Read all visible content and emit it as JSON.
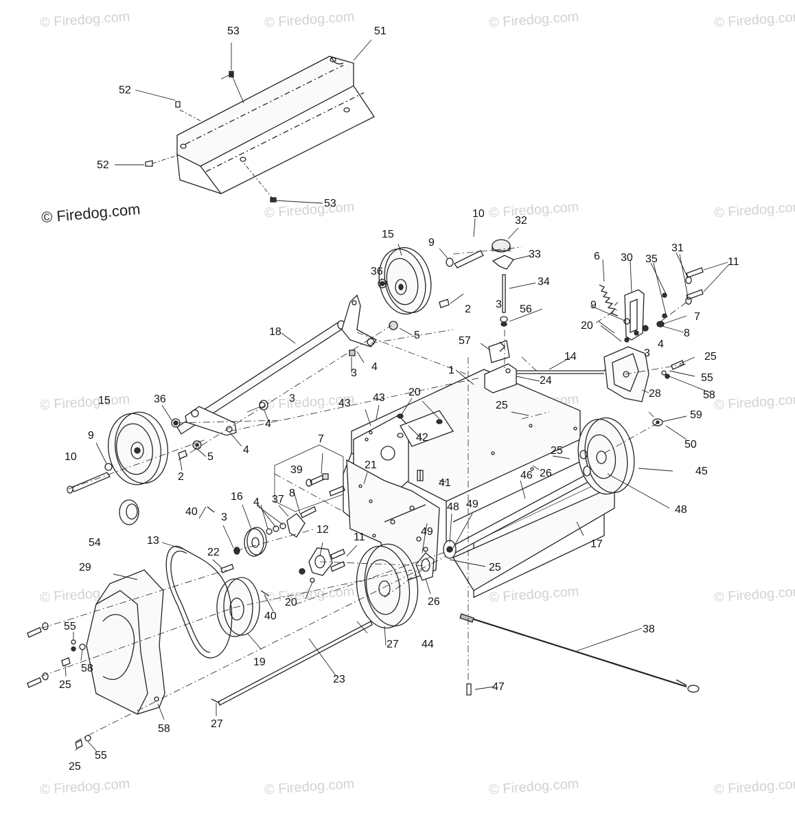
{
  "watermark": "© Firedog.com",
  "callouts": {
    "n1": "1",
    "n2": "2",
    "n3": "3",
    "n4": "4",
    "n5": "5",
    "n6": "6",
    "n7": "7",
    "n8": "8",
    "n9": "9",
    "n10": "10",
    "n11": "11",
    "n12": "12",
    "n13": "13",
    "n14": "14",
    "n15": "15",
    "n16": "16",
    "n17": "17",
    "n18": "18",
    "n19": "19",
    "n20": "20",
    "n21": "21",
    "n22": "22",
    "n23": "23",
    "n24": "24",
    "n25": "25",
    "n26": "26",
    "n27": "27",
    "n28": "28",
    "n29": "29",
    "n30": "30",
    "n31": "31",
    "n32": "32",
    "n33": "33",
    "n34": "34",
    "n35": "35",
    "n36": "36",
    "n37": "37",
    "n38": "38",
    "n39": "39",
    "n40": "40",
    "n41": "41",
    "n42": "42",
    "n43": "43",
    "n44": "44",
    "n45": "45",
    "n46": "46",
    "n47": "47",
    "n48": "48",
    "n49": "49",
    "n50": "50",
    "n51": "51",
    "n52": "52",
    "n53": "53",
    "n54": "54",
    "n55": "55",
    "n56": "56",
    "n57": "57",
    "n58": "58",
    "n59": "59"
  },
  "colors": {
    "line": "#222222",
    "watermark": "#d2d2d2",
    "background": "#ffffff"
  }
}
